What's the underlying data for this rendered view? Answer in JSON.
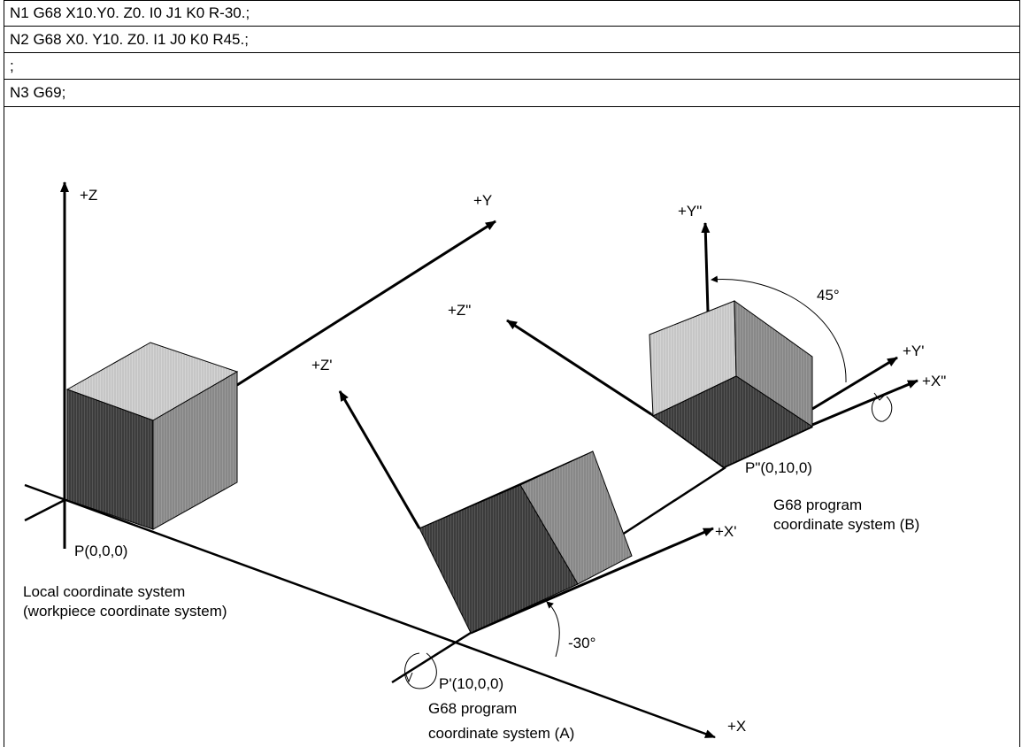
{
  "program_lines": [
    "N1 G68 X10.Y0. Z0. I0 J1 K0 R-30.;",
    "N2 G68 X0. Y10. Z0. I1 J0 K0 R45.;",
    ";",
    "N3 G69;"
  ],
  "diagram": {
    "axis_labels": {
      "z": "+Z",
      "y": "+Y",
      "x": "+X",
      "z_prime": "+Z'",
      "x_prime": "+X'",
      "y_prime": "+Y'",
      "y_double": "+Y\"",
      "z_double": "+Z\"",
      "x_double": "+X\""
    },
    "points": {
      "p": "P(0,0,0)",
      "p_prime": "P'(10,0,0)",
      "p_double": "P\"(0,10,0)"
    },
    "angles": {
      "rotation_a": "-30°",
      "rotation_b": "45°"
    },
    "captions": {
      "local_line1": "Local coordinate system",
      "local_line2": "(workpiece coordinate system)",
      "a_line1": "G68 program",
      "a_line2": "coordinate system (A)",
      "b_line1": "G68 program",
      "b_line2": "coordinate system (B)"
    }
  },
  "colors": {
    "line": "#000000",
    "face_top": "#c8c8c8",
    "face_right": "#8c8c8c",
    "face_front": "#444444"
  }
}
